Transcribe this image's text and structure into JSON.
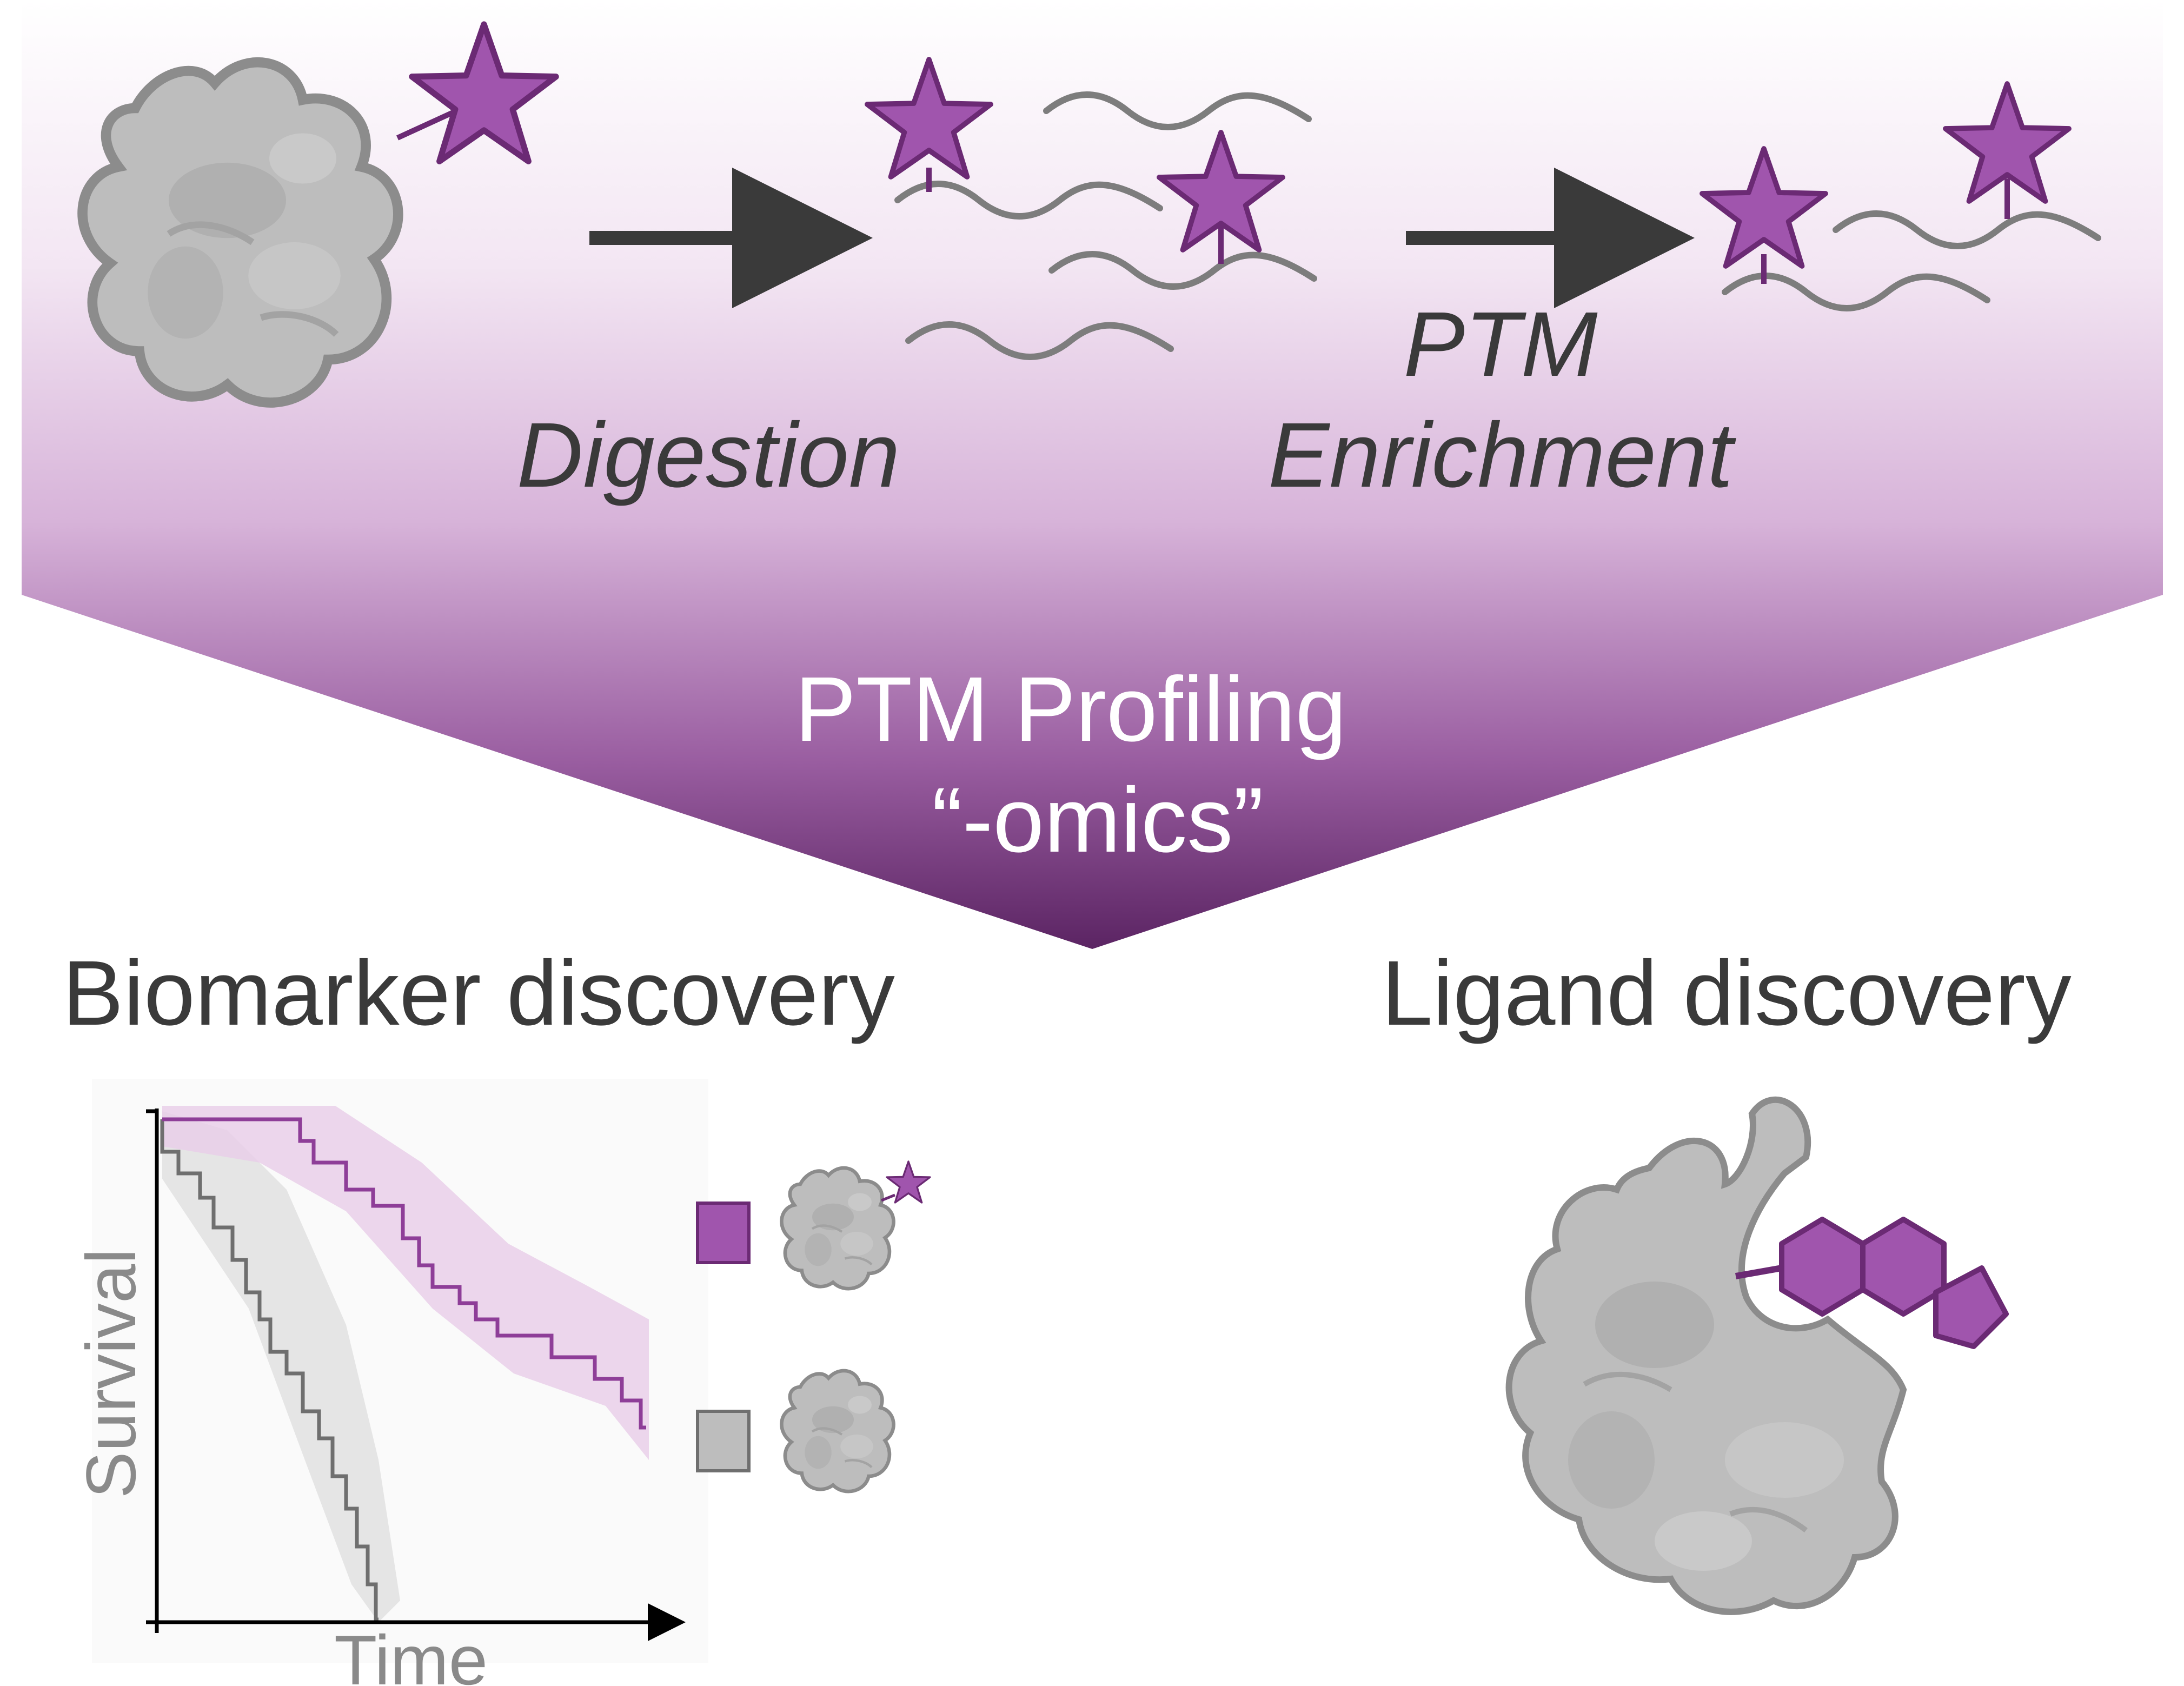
{
  "colors": {
    "purple": "#a055ad",
    "purple_dark": "#6b2a74",
    "banner_top": "#ffffff",
    "banner_bottom": "#5b2463",
    "protein_fill": "#bdbdbd",
    "protein_stroke": "#8c8c8c",
    "text": "#3a3a3a",
    "axis_text": "#8a8a8a"
  },
  "workflow": {
    "step1_label": "Digestion",
    "step2_label_line1": "PTM",
    "step2_label_line2": "Enrichment"
  },
  "banner": {
    "line1": "PTM Profiling",
    "line2": "“-omics”"
  },
  "biomarker": {
    "title": "Biomarker discovery",
    "y_axis_label": "Survival",
    "x_axis_label": "Time",
    "legend": [
      {
        "color": "#a055ad",
        "icon": "modified-protein-icon"
      },
      {
        "color": "#bdbdbd",
        "icon": "unmodified-protein-icon"
      }
    ]
  },
  "ligand": {
    "title": "Ligand discovery"
  }
}
